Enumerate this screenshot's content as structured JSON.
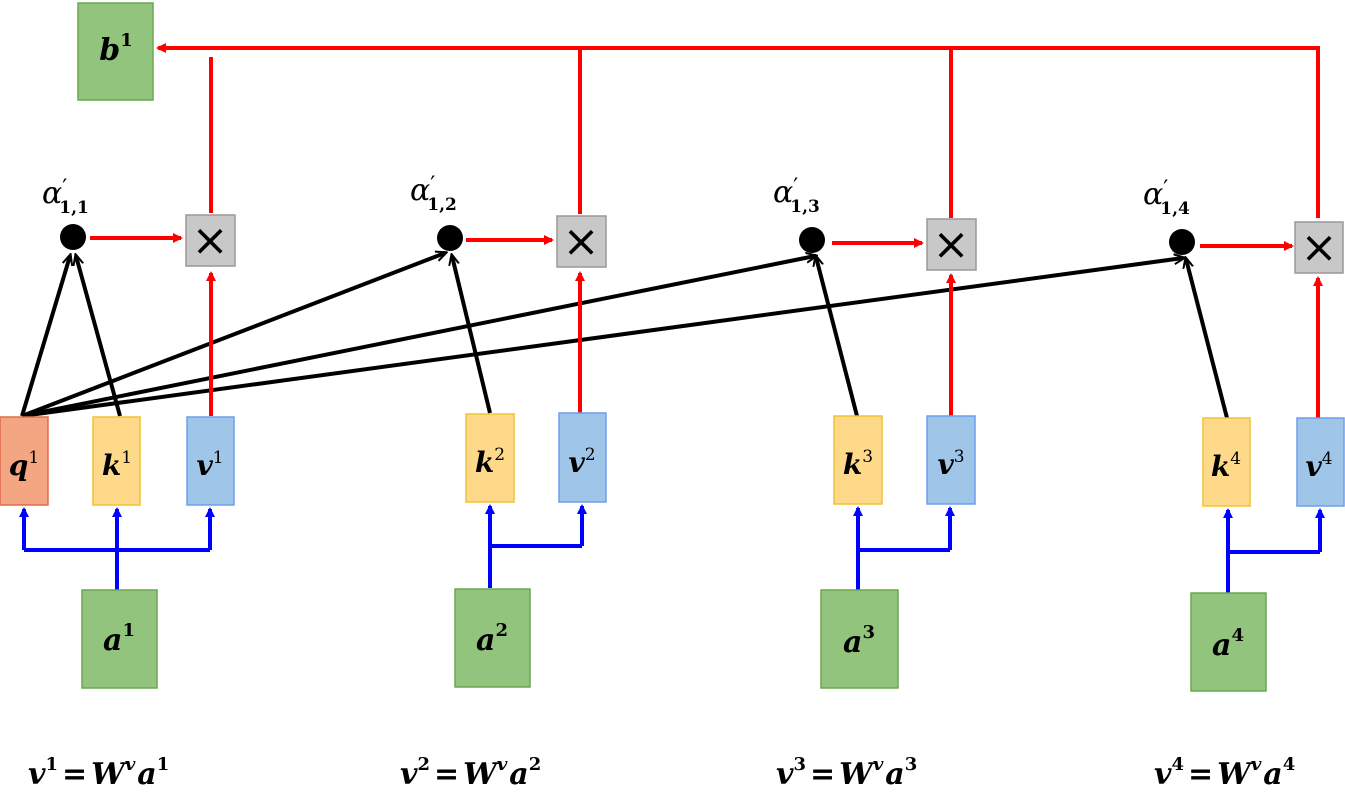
{
  "output": {
    "base": "b",
    "sup": "1"
  },
  "columns": [
    {
      "alpha": {
        "sym": "α",
        "prime": "′",
        "sub": "1,1"
      },
      "input": {
        "base": "a",
        "sup": "1"
      },
      "query": {
        "base": "q",
        "sup": "1"
      },
      "key": {
        "base": "k",
        "sup": "1"
      },
      "value": {
        "base": "v",
        "sup": "1"
      },
      "multiply": "×",
      "equation": {
        "lhs_base": "v",
        "lhs_sup": "1",
        "eq": "=",
        "w_base": "W",
        "w_sup": "v",
        "rhs_base": "a",
        "rhs_sup": "1"
      }
    },
    {
      "alpha": {
        "sym": "α",
        "prime": "′",
        "sub": "1,2"
      },
      "input": {
        "base": "a",
        "sup": "2"
      },
      "key": {
        "base": "k",
        "sup": "2"
      },
      "value": {
        "base": "v",
        "sup": "2"
      },
      "multiply": "×",
      "equation": {
        "lhs_base": "v",
        "lhs_sup": "2",
        "eq": "=",
        "w_base": "W",
        "w_sup": "v",
        "rhs_base": "a",
        "rhs_sup": "2"
      }
    },
    {
      "alpha": {
        "sym": "α",
        "prime": "′",
        "sub": "1,3"
      },
      "input": {
        "base": "a",
        "sup": "3"
      },
      "key": {
        "base": "k",
        "sup": "3"
      },
      "value": {
        "base": "v",
        "sup": "3"
      },
      "multiply": "×",
      "equation": {
        "lhs_base": "v",
        "lhs_sup": "3",
        "eq": "=",
        "w_base": "W",
        "w_sup": "v",
        "rhs_base": "a",
        "rhs_sup": "3"
      }
    },
    {
      "alpha": {
        "sym": "α",
        "prime": "′",
        "sub": "1,4"
      },
      "input": {
        "base": "a",
        "sup": "4"
      },
      "key": {
        "base": "k",
        "sup": "4"
      },
      "value": {
        "base": "v",
        "sup": "4"
      },
      "multiply": "×",
      "equation": {
        "lhs_base": "v",
        "lhs_sup": "4",
        "eq": "=",
        "w_base": "W",
        "w_sup": "v",
        "rhs_base": "a",
        "rhs_sup": "4"
      }
    }
  ],
  "colors": {
    "input_fill": "#93c47d",
    "input_stroke": "#6aa84f",
    "query_fill": "#f4a582",
    "query_stroke": "#e06c4c",
    "key_fill": "#ffd98a",
    "key_stroke": "#f1c232",
    "value_fill": "#9fc5e8",
    "value_stroke": "#6d9eeb",
    "mult_fill": "#c8c8c8",
    "mult_stroke": "#999999",
    "red_arrow": "#ff0000",
    "blue_arrow": "#0000ff",
    "black_arrow": "#000000"
  }
}
